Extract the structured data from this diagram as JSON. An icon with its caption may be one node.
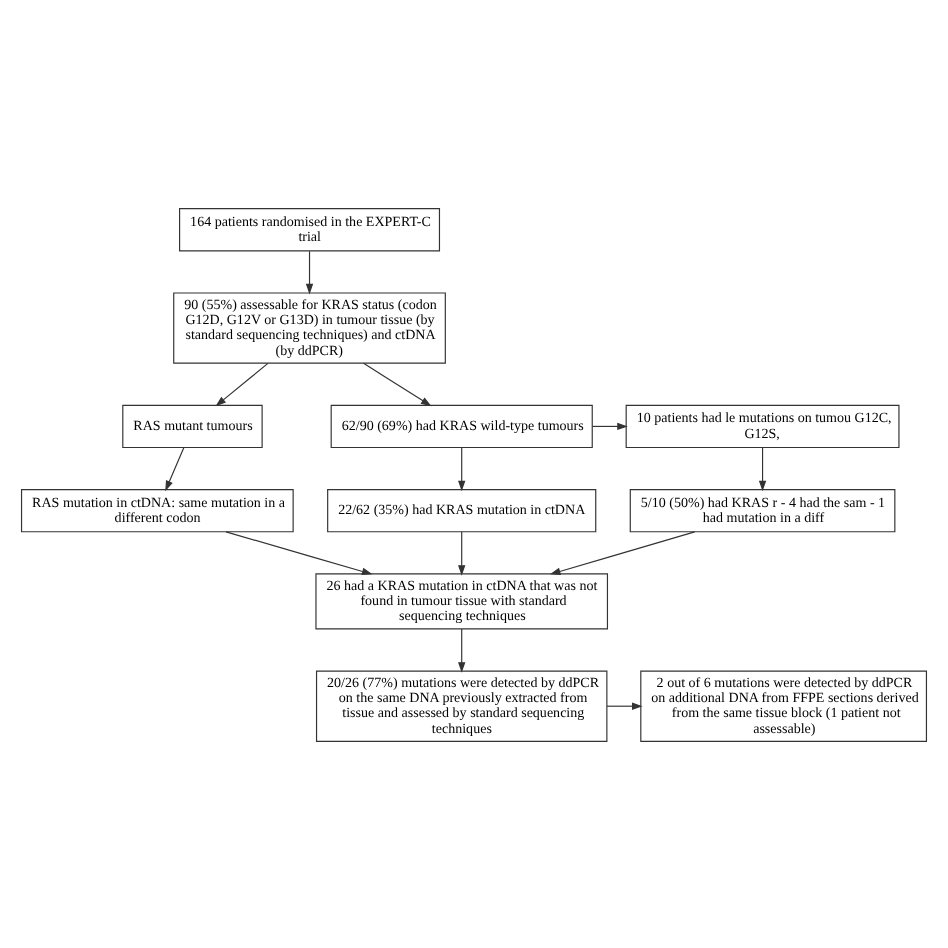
{
  "diagram": {
    "nodes": [
      {
        "text": [
          "164 patients randomised in the EXPERT-C trial"
        ]
      },
      {
        "text": [
          "90 (55%) assessable for KRAS status (codon G12D, G12V or G13D) in tumour tissue (by standard sequencing techniques) and ctDNA (by ddPCR)"
        ]
      },
      {
        "text": [
          "RAS mutant tumours"
        ]
      },
      {
        "text": [
          "62/90 (69%) had KRAS wild-type tumours"
        ]
      },
      {
        "text": [
          "10 patients had le mutations on tumou G12C, G12S,"
        ]
      },
      {
        "text": [
          "RAS mutation in ctDNA: same mutation in a different codon"
        ]
      },
      {
        "text": [
          "22/62 (35%) had KRAS mutation in ctDNA"
        ]
      },
      {
        "text": [
          "5/10 (50%) had KRAS r - 4 had the sam - 1 had mutation in a diff"
        ]
      },
      {
        "text": [
          "26 had a KRAS mutation in ctDNA that was not found in tumour tissue with standard sequencing techniques"
        ]
      },
      {
        "text": [
          "20/26 (77%) mutations were detected by ddPCR on the same DNA previously extracted from tissue and assessed by standard sequencing techniques"
        ]
      },
      {
        "text": [
          "2 out of 6 mutations were detected by ddPCR on additional DNA from FFPE sections derived from the same tissue block (1 patient not assessable)"
        ]
      }
    ],
    "edges": [
      {
        "from": 0,
        "to": 1,
        "arrow": "to"
      },
      {
        "from": 1,
        "to": 2,
        "arrow": "to"
      },
      {
        "from": 1,
        "to": 3,
        "arrow": "to"
      },
      {
        "from": 3,
        "to": 4,
        "arrow": "to"
      },
      {
        "from": 2,
        "to": 5,
        "arrow": "to"
      },
      {
        "from": 3,
        "to": 6,
        "arrow": "to"
      },
      {
        "from": 4,
        "to": 7,
        "arrow": "to"
      },
      {
        "from": 5,
        "to": 8,
        "arrow": "to"
      },
      {
        "from": 6,
        "to": 8,
        "arrow": "to"
      },
      {
        "from": 7,
        "to": 8,
        "arrow": "to"
      },
      {
        "from": 8,
        "to": 9,
        "arrow": "to"
      },
      {
        "from": 9,
        "to": 10,
        "arrow": "to"
      }
    ]
  }
}
